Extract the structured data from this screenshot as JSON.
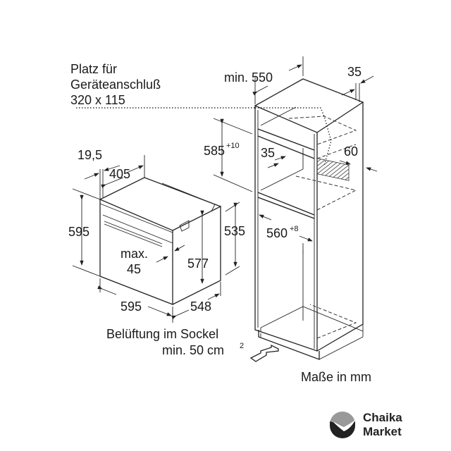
{
  "connection_label": {
    "line1": "Platz für",
    "line2": "Geräteanschluß",
    "line3": "320 x 115"
  },
  "cabinet": {
    "min_depth": "min. 550",
    "rear_gap": "35",
    "niche_height": "585",
    "niche_height_tol": "+10",
    "shelf_gap": "35",
    "vent_depth": "60",
    "niche_width": "560",
    "niche_width_tol": "+8"
  },
  "oven": {
    "front_thickness": "19,5",
    "handle_depth": "405",
    "height": "595",
    "body_height": "535",
    "inner_height": "577",
    "door_max_label": "max.",
    "door_max_value": "45",
    "width": "595",
    "depth": "548"
  },
  "ventilation": {
    "line1": "Belüftung im Sockel",
    "line2": "min. 50 cm",
    "line2_sup": "2"
  },
  "units_note": "Maße in mm",
  "logo": {
    "line1": "Chaika",
    "line2": "Market"
  }
}
